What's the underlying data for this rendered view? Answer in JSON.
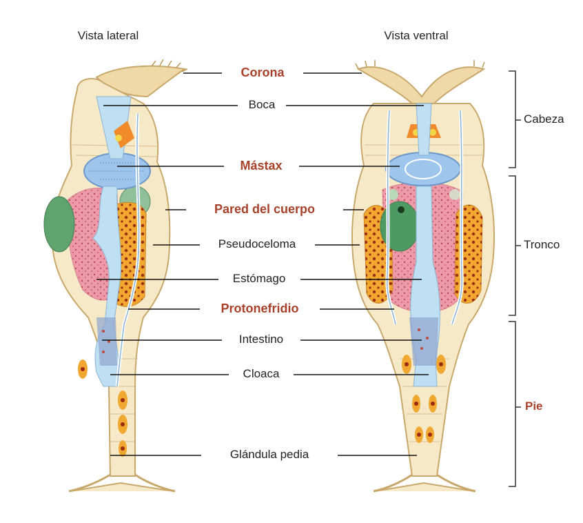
{
  "views": {
    "lateral": "Vista lateral",
    "ventral": "Vista ventral"
  },
  "labels": [
    {
      "id": "corona",
      "text": "Corona",
      "highlight": true
    },
    {
      "id": "boca",
      "text": "Boca",
      "highlight": false
    },
    {
      "id": "mastax",
      "text": "Mástax",
      "highlight": true
    },
    {
      "id": "pared",
      "text": "Pared del cuerpo",
      "highlight": true
    },
    {
      "id": "pseudoceloma",
      "text": "Pseudoceloma",
      "highlight": false
    },
    {
      "id": "estomago",
      "text": "Estómago",
      "highlight": false
    },
    {
      "id": "protonefridio",
      "text": "Protonefridio",
      "highlight": true
    },
    {
      "id": "intestino",
      "text": "Intestino",
      "highlight": false
    },
    {
      "id": "cloaca",
      "text": "Cloaca",
      "highlight": false
    },
    {
      "id": "glandula",
      "text": "Glándula pedia",
      "highlight": false
    }
  ],
  "regions": [
    {
      "id": "cabeza",
      "text": "Cabeza",
      "highlight": false
    },
    {
      "id": "tronco",
      "text": "Tronco",
      "highlight": false
    },
    {
      "id": "pie",
      "text": "Pie",
      "highlight": true
    }
  ],
  "colors": {
    "highlight_text": "#a8412a",
    "body_fill": "#f6e9c8",
    "body_outline": "#c8a86a",
    "digestive": "#bfe0f2",
    "mastax": "#9ec5ec",
    "pink_tissue": "#ec9aa8",
    "orange_gland": "#f0a830",
    "green_organ": "#4e9a63"
  }
}
